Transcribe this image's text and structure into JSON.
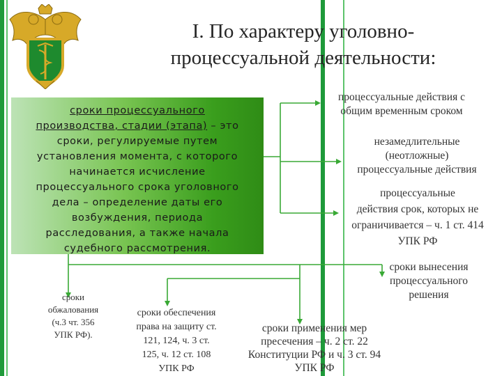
{
  "title_lines": [
    "I. По характеру уголовно-",
    "процессуальной деятельности:"
  ],
  "main_box": {
    "underlined_lines": [
      "сроки процессуального",
      "производства, стадии (этапа)"
    ],
    "rest_of_line2": " – это",
    "body_lines": [
      "сроки, регулируемые путем",
      "установления момента, с которого",
      "начинается исчисление",
      "процессуального срока уголовного",
      "дела – определение даты его",
      "возбуждения, периода",
      "расследования, а также начала",
      "судебного рассмотрения."
    ]
  },
  "right_items": [
    {
      "lines": [
        "процессуальные действия с",
        "общим временным сроком"
      ]
    },
    {
      "lines": [
        "незамедлительные",
        "(неотложные)",
        "процессуальные действия"
      ]
    },
    {
      "lines": [
        "процессуальные",
        "действия срок, которых не",
        "ограничивается – ч. 1 ст. 414",
        "УПК РФ"
      ]
    },
    {
      "lines": [
        "сроки вынесения",
        "процессуального",
        "решения"
      ]
    }
  ],
  "bottom_items": [
    {
      "lines": [
        "сроки",
        "обжалования",
        "(ч.3 чт. 356",
        "УПК РФ)."
      ]
    },
    {
      "lines": [
        "сроки обеспечения",
        "права на защиту ст.",
        "121, 124, ч. 3 ст.",
        "125, ч. 12 ст. 108",
        "УПК РФ"
      ]
    },
    {
      "lines": [
        "сроки применения мер",
        "пресечения – ч. 2 ст. 22",
        "Конституции РФ и ч. 3 ст. 94",
        "УПК РФ"
      ]
    }
  ],
  "colors": {
    "accent_green": "#2aa02a",
    "connector": "#39a935",
    "box_dark": "#2f8c16",
    "box_light": "#bde3b6"
  },
  "icons": {
    "emblem": "double-headed-eagle-emblem-icon"
  }
}
